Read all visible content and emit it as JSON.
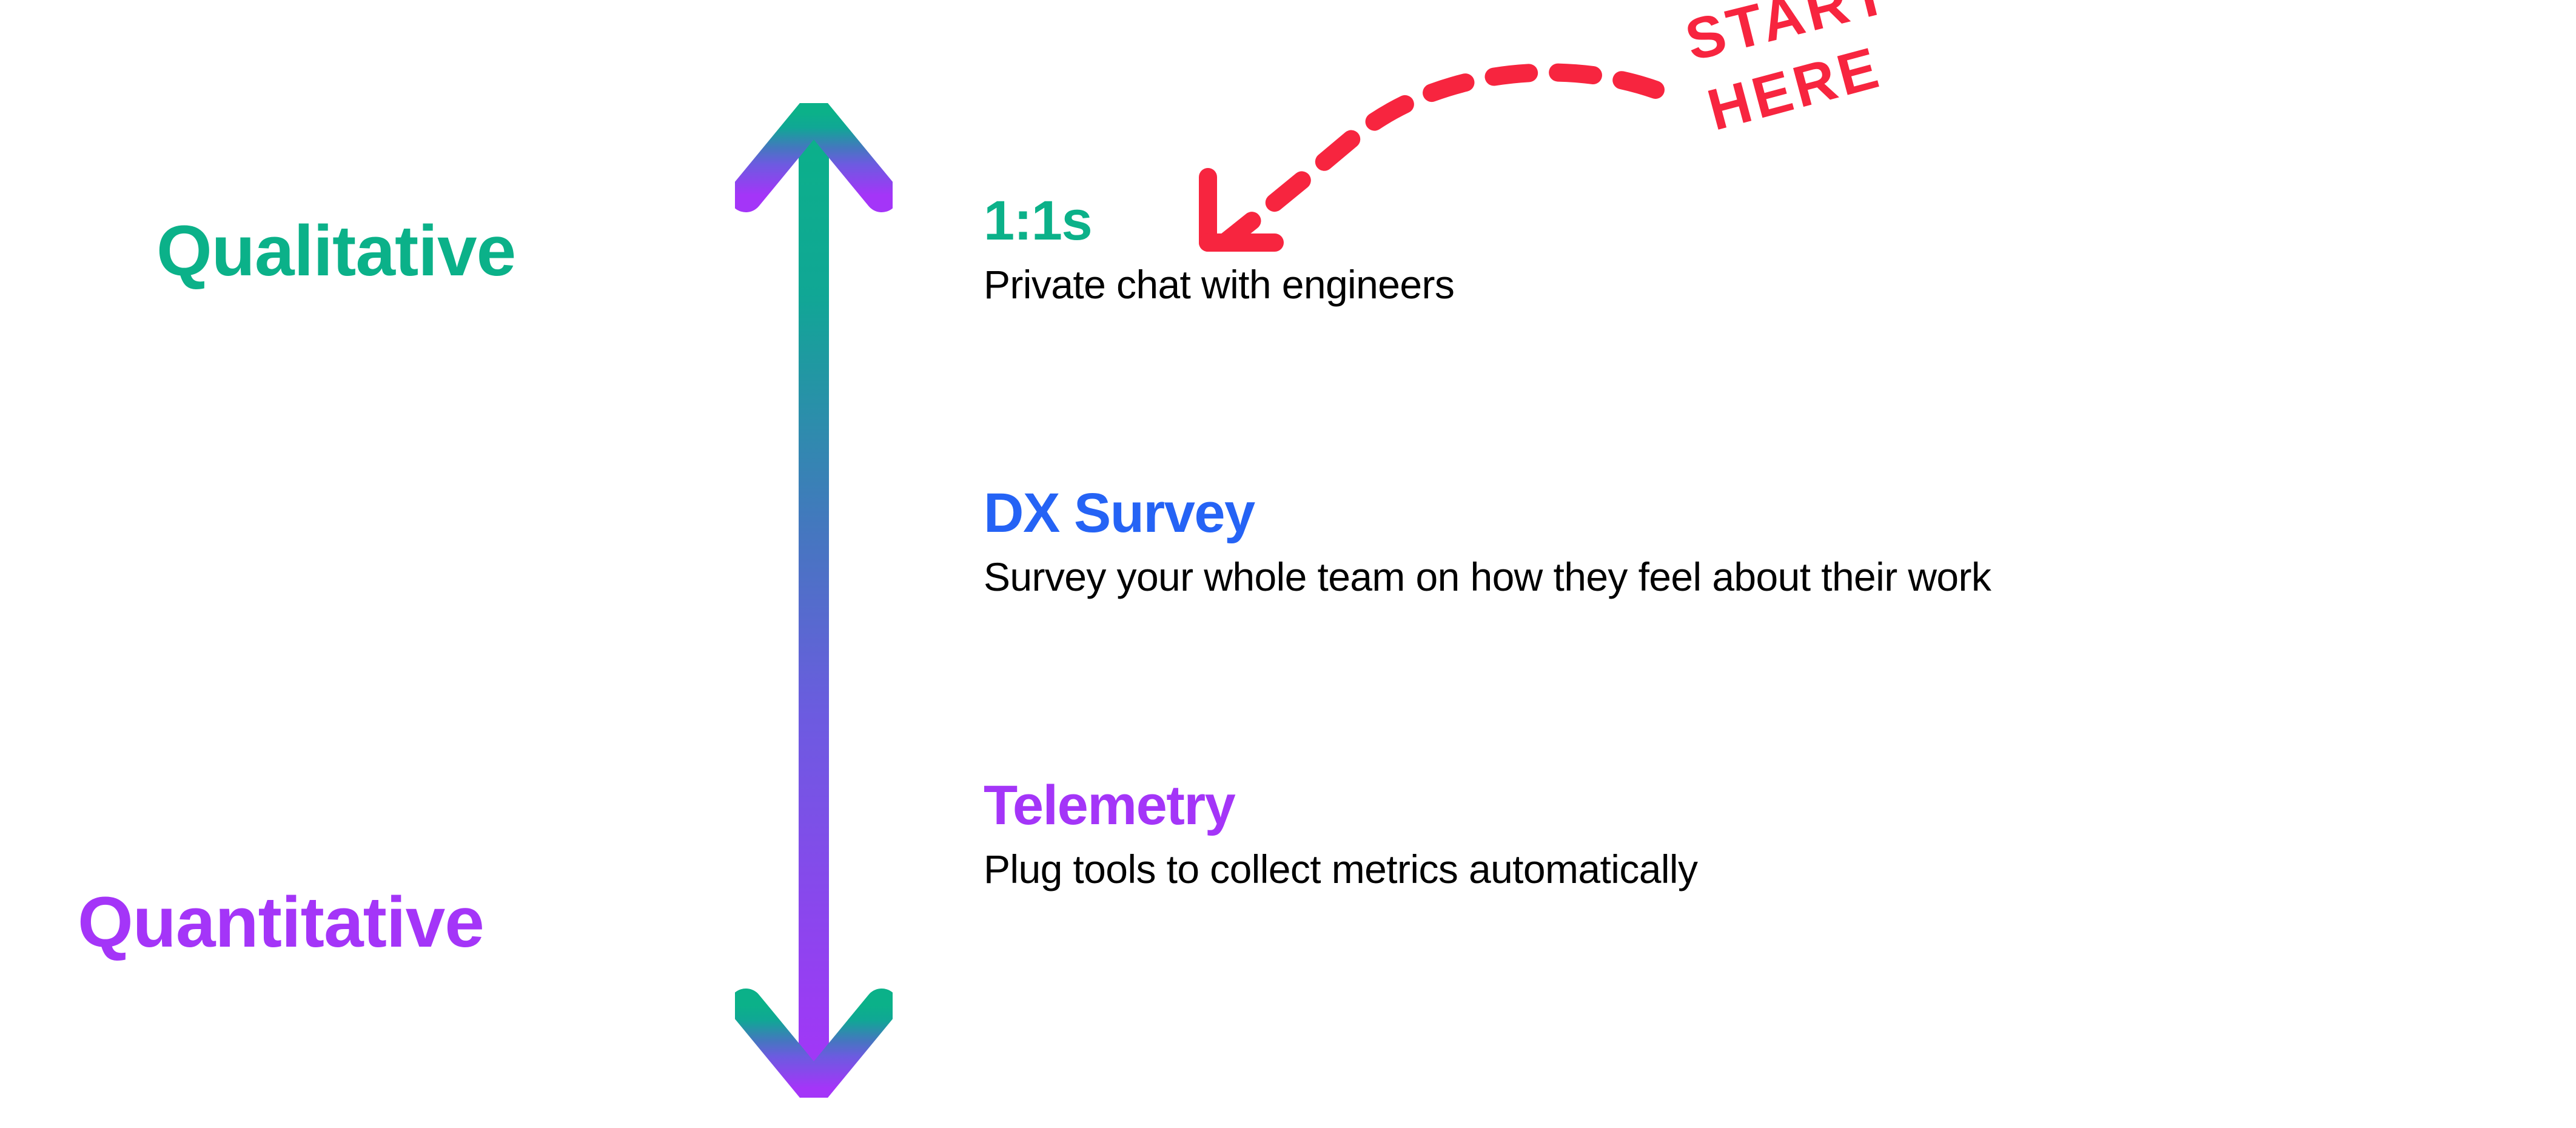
{
  "axis": {
    "top_label": "Qualitative",
    "bottom_label": "Quantitative",
    "top_color": "#0BB189",
    "bottom_color": "#A435F8",
    "mid_color": "#4378BE",
    "direction": "double-headed-vertical"
  },
  "methods": [
    {
      "title": "1:1s",
      "description": "Private chat with engineers",
      "color": "#0BB189"
    },
    {
      "title": "DX Survey",
      "description": "Survey your whole team on how they feel about their work",
      "color": "#2563F5"
    },
    {
      "title": "Telemetry",
      "description": "Plug tools to collect metrics automatically",
      "color": "#A435F8"
    }
  ],
  "annotation": {
    "line1": "START",
    "line2": "HERE",
    "color": "#F7253F",
    "style": "dashed-curved-arrow",
    "points_to": "1:1s"
  },
  "background_color": "#FFFFFF"
}
